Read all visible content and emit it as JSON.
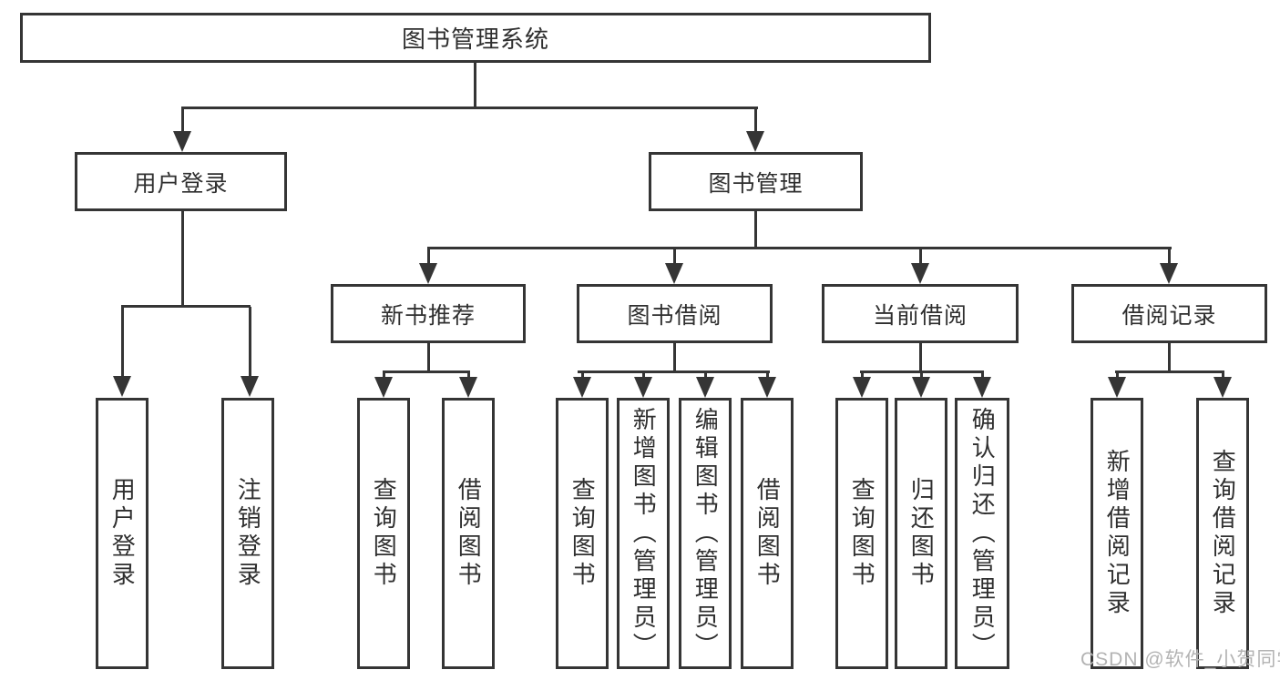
{
  "diagram": {
    "root": {
      "label": "图书管理系统"
    },
    "level2": {
      "user_login": {
        "label": "用户登录"
      },
      "book_mgmt": {
        "label": "图书管理"
      }
    },
    "level3": {
      "new_books": {
        "label": "新书推荐"
      },
      "book_borrow": {
        "label": "图书借阅"
      },
      "current_borrow": {
        "label": "当前借阅"
      },
      "borrow_records": {
        "label": "借阅记录"
      }
    },
    "leaves": {
      "login": {
        "label": "用户登录"
      },
      "logout": {
        "label": "注销登录"
      },
      "newbooks_query": {
        "label": "查询图书"
      },
      "newbooks_borrow": {
        "label": "借阅图书"
      },
      "borrow_query": {
        "label": "查询图书"
      },
      "borrow_add": {
        "label": "新增图书（管理员）"
      },
      "borrow_edit": {
        "label": "编辑图书（管理员）"
      },
      "borrow_borrow": {
        "label": "借阅图书"
      },
      "current_query": {
        "label": "查询图书"
      },
      "current_return": {
        "label": "归还图书"
      },
      "current_confirm": {
        "label": "确认归还（管理员）"
      },
      "records_add": {
        "label": "新增借阅记录"
      },
      "records_query": {
        "label": "查询借阅记录"
      }
    }
  },
  "watermark": {
    "text": "CSDN @软件_小贺同学"
  },
  "colors": {
    "line": "#353535",
    "text": "#2f2f2f",
    "watermark": "#b3b3b3",
    "background": "#ffffff"
  }
}
